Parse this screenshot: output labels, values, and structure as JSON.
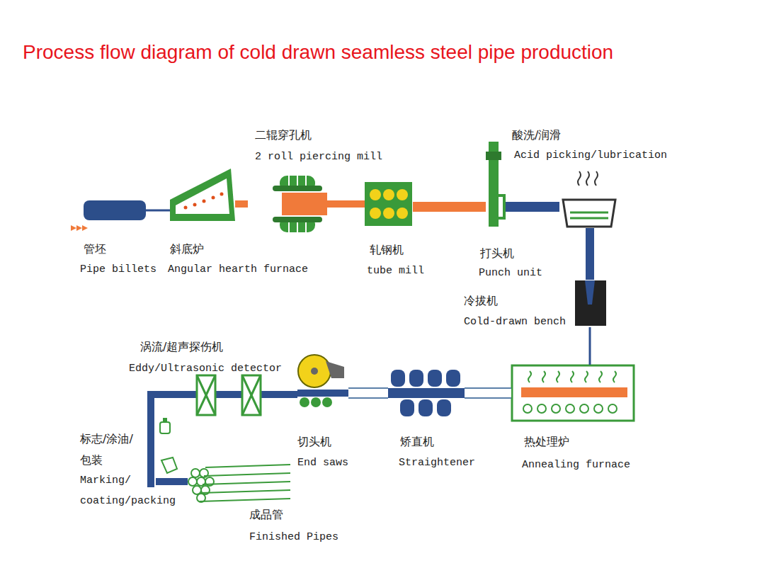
{
  "diagram": {
    "title": "Process flow diagram of cold drawn seamless steel pipe production",
    "nodes": [
      {
        "text": [
          "管坯",
          "Pipe billets"
        ]
      },
      {
        "text": [
          "斜底炉",
          "Angular hearth furnace"
        ]
      },
      {
        "text": [
          "二辊穿孔机",
          "2 roll piercing mill"
        ]
      },
      {
        "text": [
          "轧钢机",
          "tube mill"
        ]
      },
      {
        "text": [
          "打头机",
          "Punch unit"
        ]
      },
      {
        "text": [
          "酸洗/润滑",
          "Acid picking/lubrication"
        ]
      },
      {
        "text": [
          "冷拔机",
          "Cold-drawn bench"
        ]
      },
      {
        "text": [
          "热处理炉",
          "Annealing furnace"
        ]
      },
      {
        "text": [
          "矫直机",
          "Straightener"
        ]
      },
      {
        "text": [
          "切头机",
          "End saws"
        ]
      },
      {
        "text": [
          "涡流/超声探伤机",
          "Eddy/Ultrasonic detector"
        ]
      },
      {
        "text": [
          "标志/涂油/ 包装",
          "Marking/ coating/packing"
        ]
      },
      {
        "text": [
          "成品管",
          "Finished Pipes"
        ]
      }
    ],
    "edges": [
      {
        "from": 0,
        "to": 1,
        "arrow": "none"
      },
      {
        "from": 1,
        "to": 2,
        "arrow": "none"
      },
      {
        "from": 2,
        "to": 3,
        "arrow": "none"
      },
      {
        "from": 3,
        "to": 4,
        "arrow": "none"
      },
      {
        "from": 4,
        "to": 5,
        "arrow": "none"
      },
      {
        "from": 5,
        "to": 6,
        "arrow": "none"
      },
      {
        "from": 6,
        "to": 7,
        "arrow": "none"
      },
      {
        "from": 7,
        "to": 8,
        "arrow": "none"
      },
      {
        "from": 8,
        "to": 9,
        "arrow": "none"
      },
      {
        "from": 9,
        "to": 10,
        "arrow": "none"
      },
      {
        "from": 10,
        "to": 11,
        "arrow": "none"
      },
      {
        "from": 11,
        "to": 12,
        "arrow": "none"
      }
    ]
  }
}
